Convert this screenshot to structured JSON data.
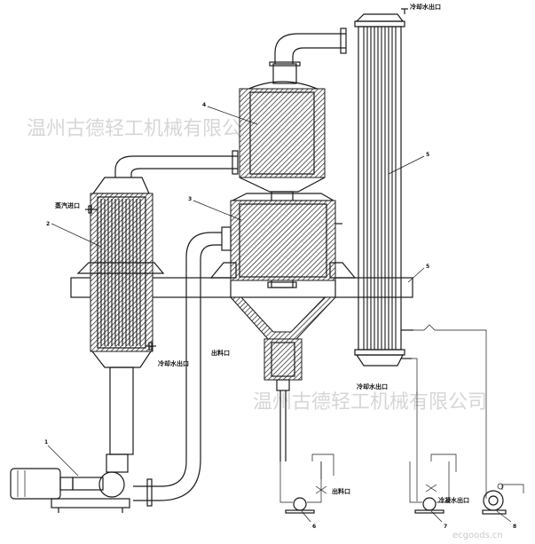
{
  "labels": {
    "steam_inlet": "蒸汽进口",
    "cooling_water_outlet_top": "冷却水出口",
    "cooling_water_inlet_left": "冷却水出口",
    "cooling_water_inlet_right": "冷却水出口",
    "drain_outlet": "出料口",
    "discharge_outlet": "出料口",
    "condensate_outlet": "冷凝水出口"
  },
  "part_numbers": {
    "n1": "1",
    "n2": "2",
    "n3": "3",
    "n4": "4",
    "n5a": "5",
    "n5b": "5",
    "n6": "6",
    "n7": "7",
    "n8": "8"
  },
  "watermarks": {
    "top": "温州古德轻工机械有限公司",
    "bottom": "温州古德轻工机械有限公司",
    "corner": "ecgoods.cn"
  },
  "icons": [
    "centrifugal-pump-icon",
    "motor-icon",
    "valve-icon",
    "pressure-gauge-icon"
  ]
}
